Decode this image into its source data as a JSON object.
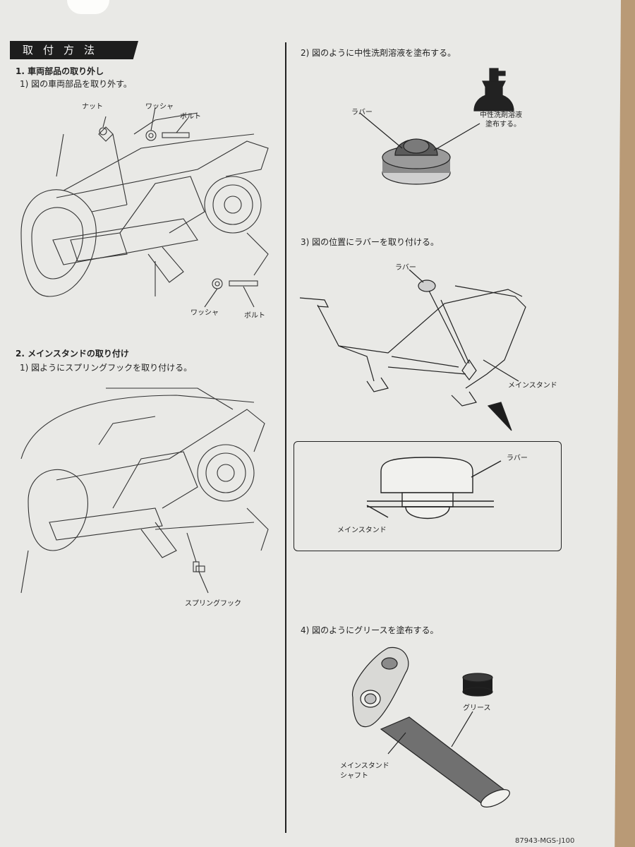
{
  "header": {
    "title": "取付方法"
  },
  "left": {
    "step1_title": "1.  車両部品の取り外し",
    "step1_sub": "1) 図の車両部品を取り外す。",
    "labels1": {
      "nut": "ナット",
      "washer_top": "ワッシャ",
      "bolt_top": "ボルト",
      "washer_bottom": "ワッシャ",
      "bolt_bottom": "ボルト"
    },
    "step2_title": "2.  メインスタンドの取り付け",
    "step2_sub": "1) 図ようにスプリングフックを取り付ける。",
    "labels2": {
      "spring_hook": "スプリングフック"
    }
  },
  "right": {
    "step_2": "2) 図のように中性洗剤溶液を塗布する。",
    "labels_2": {
      "rubber": "ラバー",
      "detergent_1": "中性洗剤溶液",
      "detergent_2": "塗布する。"
    },
    "step_3": "3) 図の位置にラバーを取り付ける。",
    "labels_3": {
      "rubber": "ラバー",
      "main_stand": "メインスタンド",
      "detail_rubber": "ラバー",
      "detail_stand": "メインスタンド"
    },
    "step_4": "4) 図のようにグリースを塗布する。",
    "labels_4": {
      "grease": "グリース",
      "shaft_1": "メインスタンド",
      "shaft_2": "シャフト"
    }
  },
  "footer": {
    "code": "87943-MGS-J100"
  }
}
